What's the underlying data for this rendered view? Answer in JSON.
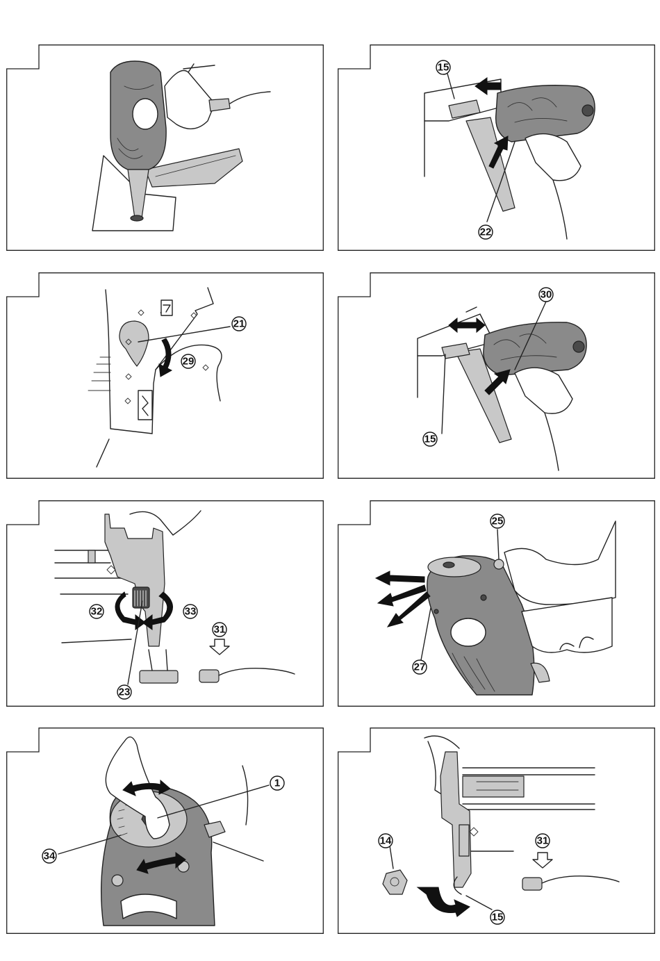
{
  "callouts": {
    "c15a": "15",
    "c22": "22",
    "c21": "21",
    "c29": "29",
    "c30": "30",
    "c15b": "15",
    "c32": "32",
    "c33": "33",
    "c31a": "31",
    "c23": "23",
    "c25": "25",
    "c27": "27",
    "c1": "1",
    "c34": "34",
    "c14": "14",
    "c31b": "31",
    "c15c": "15"
  }
}
